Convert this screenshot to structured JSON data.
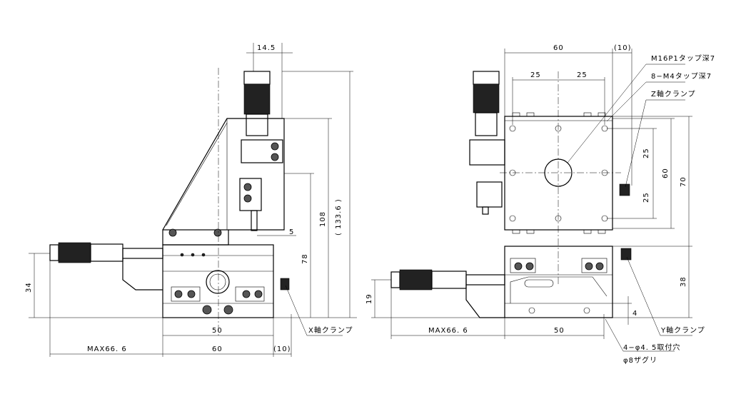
{
  "front_view": {
    "dims": {
      "micrometer_offset": "14.5",
      "total_height": "( 133.6 )",
      "z_height": "108",
      "y_height": "78",
      "gap": "5",
      "micrometer_height": "34",
      "travel_max": "MAX66. 6",
      "hole_pitch": "50",
      "width": "60",
      "clamp_offset": "(10)"
    },
    "labels": {
      "x_clamp": "X軸クランプ"
    }
  },
  "side_view": {
    "dims": {
      "width": "60",
      "clamp_offset": "(10)",
      "pitch_left": "25",
      "pitch_right": "25",
      "v_pitch_top": "25",
      "v_pitch_bottom": "25",
      "v_pitch_total": "60",
      "stage_height": "70",
      "base_height": "38",
      "base_gap": "4",
      "micrometer_height": "19",
      "travel_max": "MAX66. 6",
      "hole_pitch": "50"
    },
    "labels": {
      "center_tap": "M16P1タップ深7",
      "m4_tap": "8−M4タップ深7",
      "z_clamp": "Z軸クランプ",
      "y_clamp": "Y軸クランプ",
      "mount_holes": "4−φ4. 5取付穴",
      "counterbore": "φ8ザグリ"
    }
  }
}
